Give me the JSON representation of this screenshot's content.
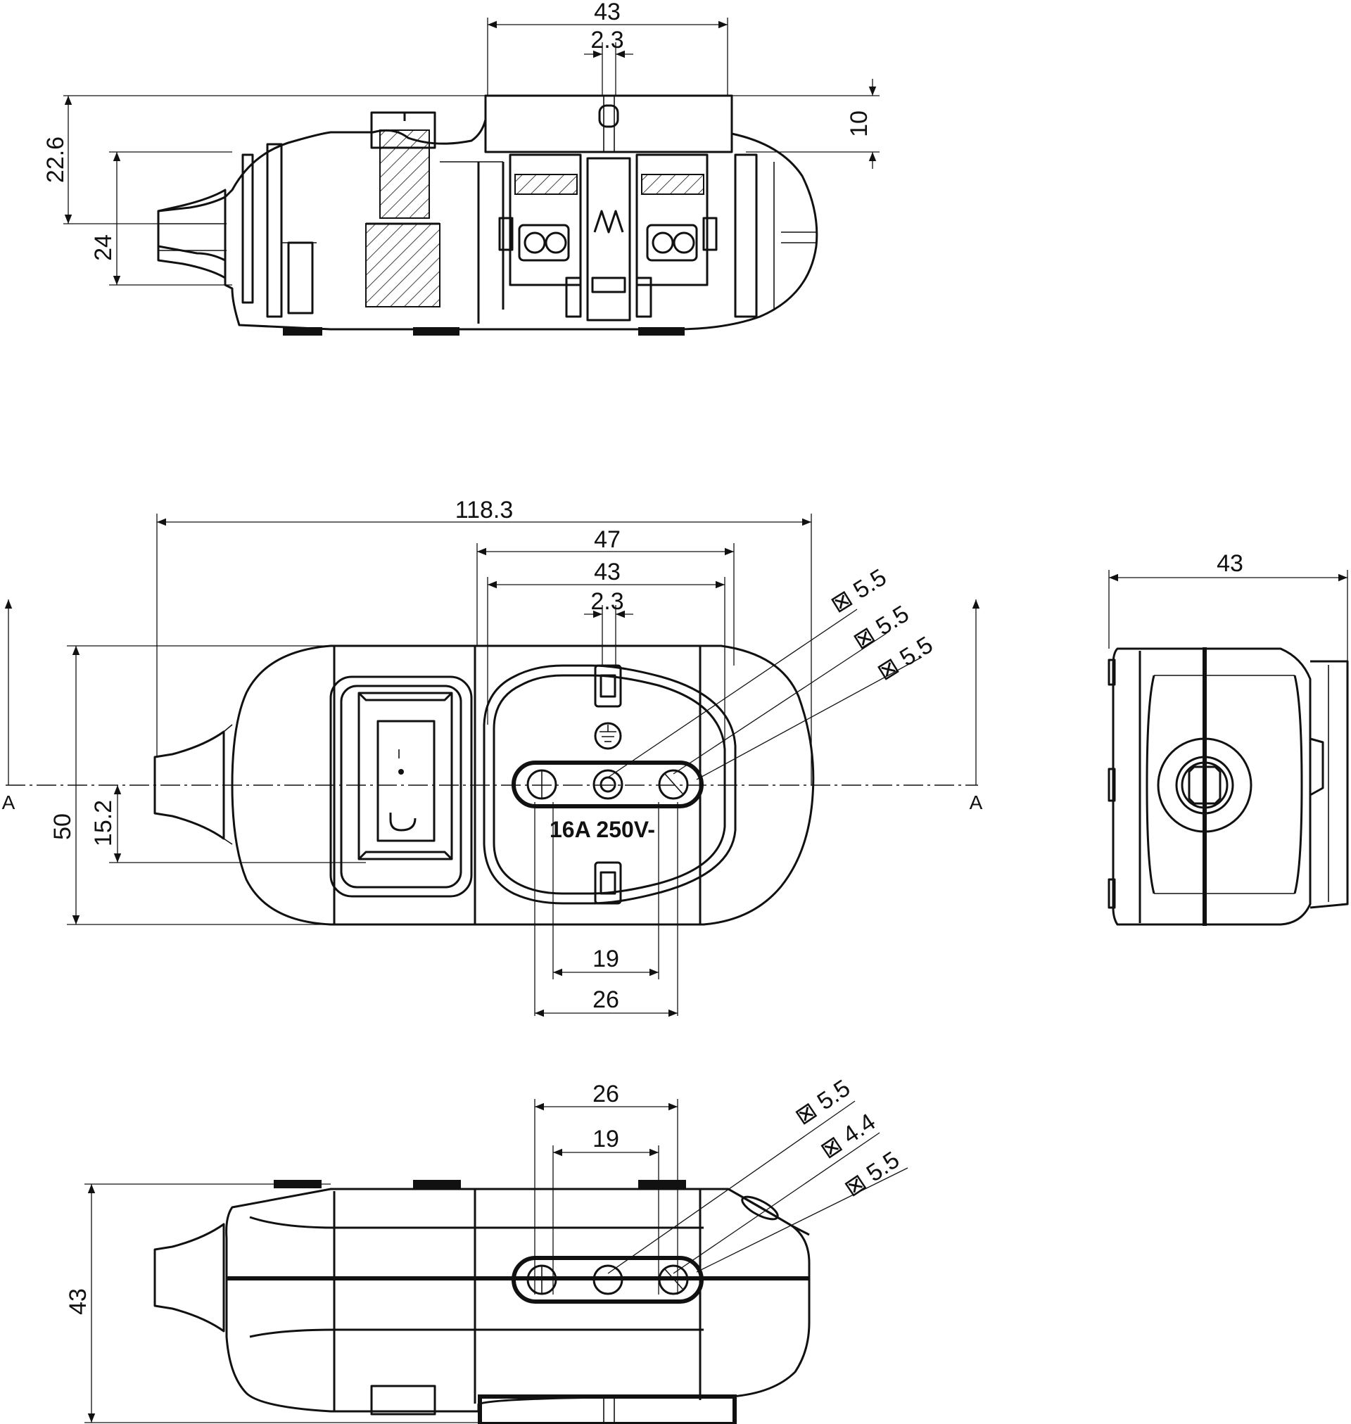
{
  "views": {
    "section": {
      "dims": {
        "width_top": "43",
        "gap_top": "2.3",
        "height_lid": "10",
        "height_body": "22.6",
        "height_cable": "24"
      }
    },
    "top": {
      "dims": {
        "total_length": "118.3",
        "socket_width": "47",
        "socket_inner": "43",
        "pin_gap": "2.3",
        "diameter_1": "⊠ 5.5",
        "diameter_2": "⊠ 5.5",
        "diameter_3": "⊠ 5.5",
        "width": "50",
        "offset": "15.2",
        "pin_spacing_1": "19",
        "pin_spacing_2": "26"
      },
      "rating_label": "16A 250V-",
      "section_marks": [
        "A",
        "A"
      ]
    },
    "end": {
      "dims": {
        "width": "43"
      }
    },
    "side": {
      "dims": {
        "pin_spacing_2": "26",
        "pin_spacing_1": "19",
        "diameter_1": "⊠ 5.5",
        "diameter_2": "⊠ 4.4",
        "diameter_3": "⊠ 5.5",
        "height": "43"
      }
    }
  }
}
